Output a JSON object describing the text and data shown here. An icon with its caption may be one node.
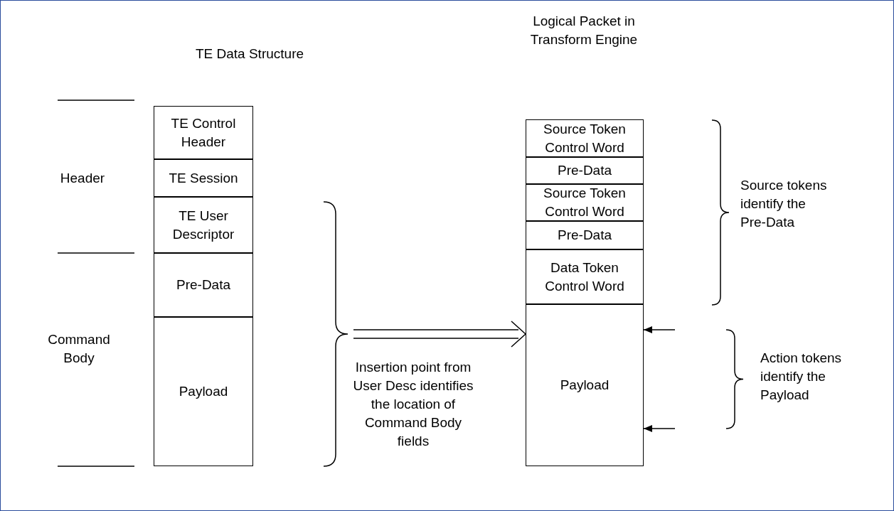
{
  "diagram": {
    "nodes": [
      {
        "text": [
          "TE Control Header"
        ]
      },
      {
        "text": [
          "TE Session"
        ]
      },
      {
        "text": [
          "TE User Descriptor"
        ]
      },
      {
        "text": [
          "Pre-Data"
        ]
      },
      {
        "text": [
          "Payload"
        ]
      },
      {
        "text": [
          "Source Token Control Word"
        ]
      },
      {
        "text": [
          "Pre-Data"
        ]
      },
      {
        "text": [
          "Source Token Control Word"
        ]
      },
      {
        "text": [
          "Pre-Data"
        ]
      },
      {
        "text": [
          "Data Token Control Word"
        ]
      },
      {
        "text": [
          "Payload"
        ]
      },
      {
        "text": [],
        "shape": "brace"
      }
    ],
    "edges": [
      {
        "from": 11,
        "to": 10,
        "arrow": "to"
      },
      {
        "from": null,
        "to": 10,
        "arrow": "to"
      },
      {
        "from": null,
        "to": 10,
        "arrow": "to"
      }
    ],
    "labels": [
      "TE Data Structure",
      "Logical Packet in Transform Engine",
      "Header",
      "Source tokens identify the Pre-Data",
      "Command Body",
      "Insertion point from User Desc identifies the location of Command Body fields",
      "Action tokens identify the Payload"
    ]
  }
}
